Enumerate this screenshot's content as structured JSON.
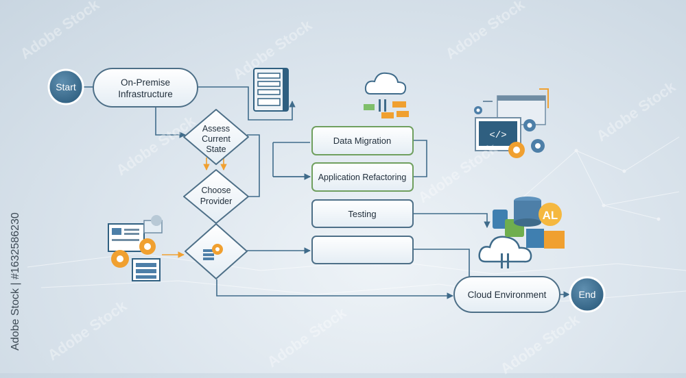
{
  "nodes": {
    "start": "Start",
    "on_premise_line1": "On-Premise",
    "on_premise_line2": "Infrastructure",
    "assess_line1": "Assess",
    "assess_line2": "Current",
    "assess_line3": "State",
    "choose_line1": "Choose",
    "choose_line2": "Provider",
    "data_migration": "Data Migration",
    "app_refactoring": "Application Refactoring",
    "testing": "Testing",
    "blank_step": "",
    "cloud_environment": "Cloud Environment",
    "end": "End"
  },
  "icons": {
    "ai_badge": "AL"
  },
  "watermark": {
    "text": "Adobe Stock",
    "side_credit": "Adobe Stock | #1632586230"
  },
  "colors": {
    "node_dark": "#3c6f8f",
    "node_light": "#f4f8fb",
    "stroke": "#4d6f87",
    "green_stroke": "#6f9f5e",
    "orange": "#f0a030",
    "connector": "#3f6b8a"
  }
}
